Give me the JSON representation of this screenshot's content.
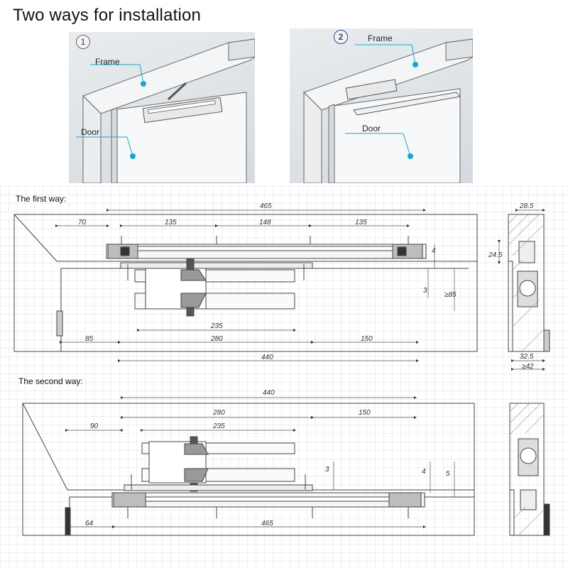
{
  "title": "Two ways for installation",
  "photo1": {
    "badge": "1",
    "frame_label": "Frame",
    "door_label": "Door"
  },
  "photo2": {
    "badge": "2",
    "frame_label": "Frame",
    "door_label": "Door"
  },
  "first_way": {
    "label": "The first way:",
    "dims": {
      "d465": "465",
      "d70": "70",
      "d135a": "135",
      "d148": "148",
      "d135b": "135",
      "d235": "235",
      "d85": "85",
      "d280": "280",
      "d150": "150",
      "d440": "440",
      "d4": "4",
      "d3": "3",
      "d85v": "≥85"
    },
    "side_dims": {
      "d28_5": "28.5",
      "d24_5": "24.5",
      "d32_5": "32.5",
      "d42": "≥42"
    }
  },
  "second_way": {
    "label": "The second way:",
    "dims": {
      "d440": "440",
      "d280": "280",
      "d150": "150",
      "d90": "90",
      "d235": "235",
      "d64": "64",
      "d465": "465",
      "d3": "3",
      "d4": "4",
      "d5": "5"
    }
  },
  "colors": {
    "accent_dot": "#17a9c9",
    "leader_line": "#17a9c9",
    "line": "#444444"
  }
}
